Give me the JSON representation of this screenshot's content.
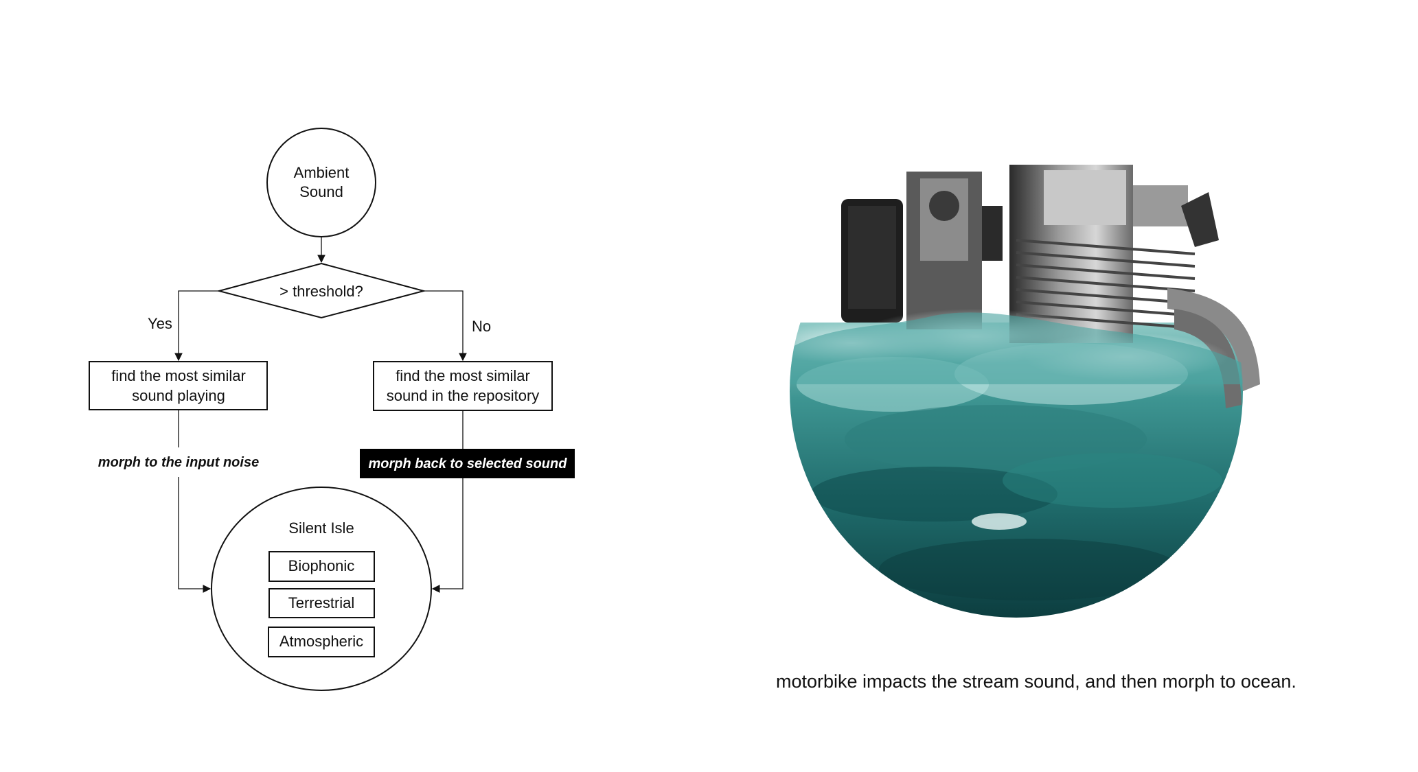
{
  "diagram": {
    "start_node": {
      "line1": "Ambient",
      "line2": "Sound"
    },
    "decision": {
      "label": "> threshold?"
    },
    "branch_yes": {
      "label": "Yes"
    },
    "branch_no": {
      "label": "No"
    },
    "process_left": {
      "line1": "find the most similar",
      "line2": "sound playing"
    },
    "process_right": {
      "line1": "find the most similar",
      "line2": "sound in the repository"
    },
    "edge_left_label": "morph to the input noise",
    "edge_right_label": "morph back to selected sound",
    "end_node": {
      "title": "Silent Isle",
      "items": [
        "Biophonic",
        "Terrestrial",
        "Atmospheric"
      ]
    }
  },
  "illustration": {
    "subject": "motorbike engine emerging from ocean water, circular crop",
    "colors": {
      "water_dark": "#0f4a4c",
      "water_mid": "#2f8583",
      "water_light": "#7fc3c0",
      "metal": "#8a8a8a"
    }
  },
  "caption": "motorbike impacts the stream sound, and then morph to ocean."
}
